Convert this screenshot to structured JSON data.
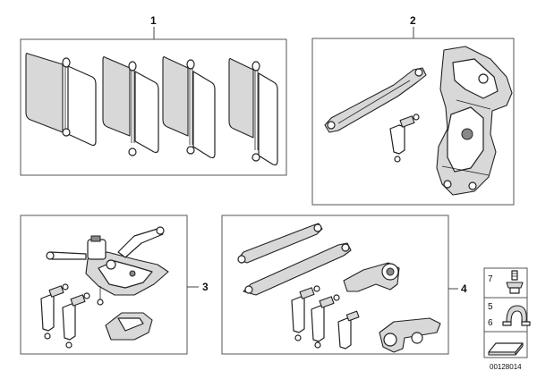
{
  "groups": [
    {
      "number": "1"
    },
    {
      "number": "2"
    },
    {
      "number": "3"
    },
    {
      "number": "4"
    }
  ],
  "legend": {
    "item_a": "7",
    "item_b": "5",
    "item_c": "6"
  },
  "diagram_code": "00128014"
}
